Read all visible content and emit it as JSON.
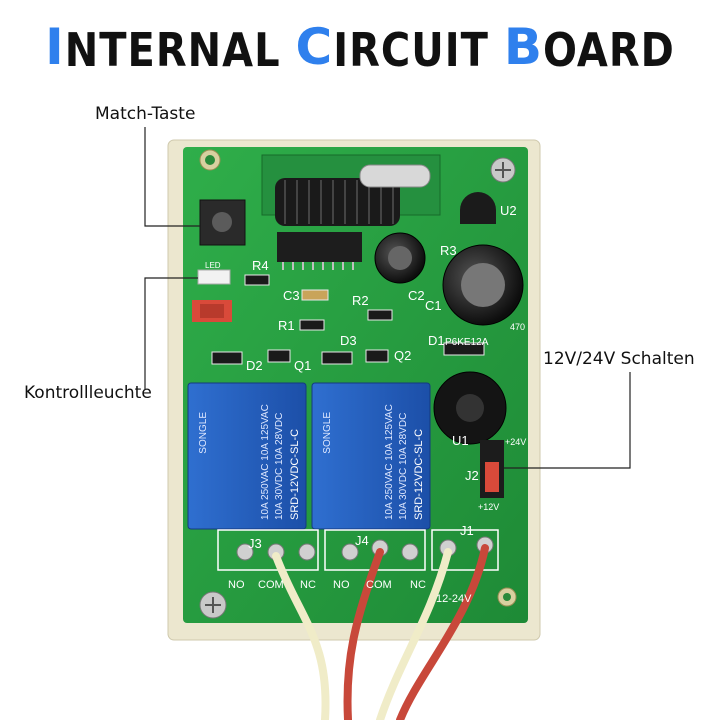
{
  "title": {
    "word1_initial": "I",
    "word1_rest": "NTERNAL",
    "word2_initial": "C",
    "word2_rest": "IRCUIT",
    "word3_initial": "B",
    "word3_rest": "OARD"
  },
  "callouts": {
    "match_button": "Match-Taste",
    "indicator_led": "Kontrollleuchte",
    "voltage_switch": "12V/24V Schalten"
  },
  "relays": [
    {
      "brand": "SONGLE",
      "model": "SRD-12VDC-SL-C",
      "rating1": "10A 250VAC 10A 125VAC",
      "rating2": "10A 30VDC 10A 28VDC"
    },
    {
      "brand": "SONGLE",
      "model": "SRD-12VDC-SL-C",
      "rating1": "10A 250VAC 10A 125VAC",
      "rating2": "10A 30VDC 10A 28VDC"
    }
  ],
  "silkscreen": {
    "r4": "R4",
    "r1": "R1",
    "r2": "R2",
    "r3": "R3",
    "c1": "C1",
    "c2": "C2",
    "c3": "C3",
    "q1": "Q1",
    "q2": "Q2",
    "d1": "D1",
    "d2": "D2",
    "d3": "D3",
    "u1": "U1",
    "u2": "U2",
    "j1": "J1",
    "j2": "J2",
    "j3": "J3",
    "j4": "J4",
    "led": "LED",
    "tvs": "P6KE12A",
    "cap": "470",
    "v24": "+24V",
    "v12": "+12V",
    "t_no1": "NO",
    "t_com1": "COM",
    "t_nc1": "NC",
    "t_no2": "NO",
    "t_com2": "COM",
    "t_nc2": "NC",
    "t_power": "12-24V"
  }
}
